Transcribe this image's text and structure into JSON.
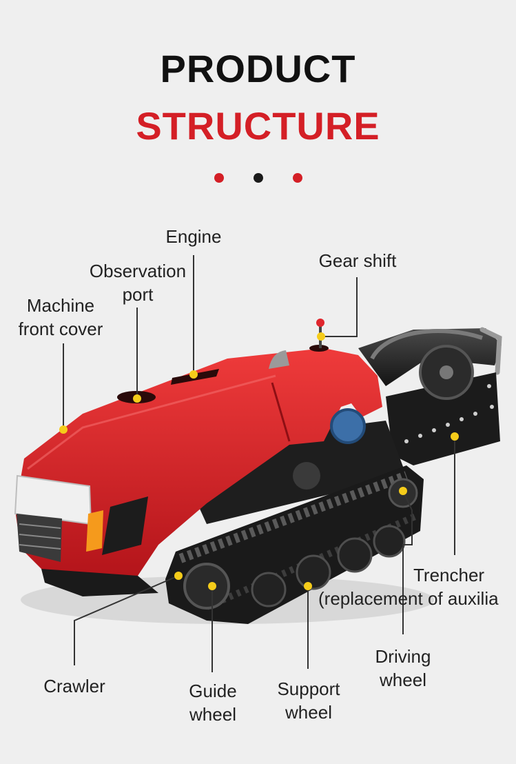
{
  "header": {
    "title_line1": "PRODUCT",
    "title_line2": "STRUCTURE"
  },
  "decor_dots": [
    {
      "color": "#d41f26"
    },
    {
      "color": "#1a1a1a"
    },
    {
      "color": "#d41f26"
    }
  ],
  "callout_color": "#f5cc1a",
  "labels": {
    "engine": "Engine",
    "observation_port": [
      "Observation",
      "port"
    ],
    "machine_front_cover": [
      "Machine",
      "front cover"
    ],
    "gear_shift": "Gear shift",
    "trencher": [
      "Trencher",
      "(replacement of auxilia"
    ],
    "crawler": "Crawler",
    "guide_wheel": [
      "Guide",
      "wheel"
    ],
    "support_wheel": [
      "Support",
      "wheel"
    ],
    "driving_wheel": [
      "Driving",
      "wheel"
    ]
  }
}
